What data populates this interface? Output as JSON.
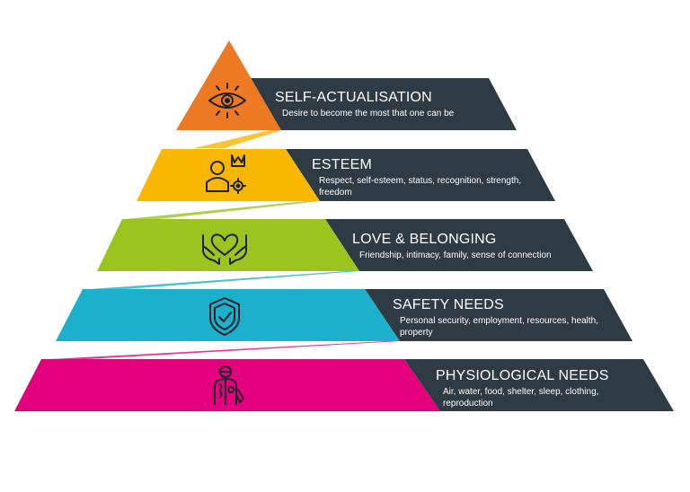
{
  "levels": [
    {
      "key": "self-actualisation",
      "title": "SELF-ACTUALISATION",
      "description": "Desire to become the most that one can be",
      "color": "#ED7A23",
      "icon": "eye-icon"
    },
    {
      "key": "esteem",
      "title": "ESTEEM",
      "description": "Respect, self-esteem, status, recognition, strength, freedom",
      "color": "#F9B700",
      "icon": "person-crown-gear-icon"
    },
    {
      "key": "love-belonging",
      "title": "LOVE & BELONGING",
      "description": "Friendship, intimacy, family, sense of connection",
      "color": "#9CC41E",
      "icon": "hands-heart-icon"
    },
    {
      "key": "safety",
      "title": "SAFETY NEEDS",
      "description": "Personal security, employment, resources, health, property",
      "color": "#1BB0CB",
      "icon": "shield-check-icon"
    },
    {
      "key": "physiological",
      "title": "PHYSIOLOGICAL NEEDS",
      "description": "Air, water, food, shelter, sleep, clothing, reproduction",
      "color": "#E4007C",
      "icon": "human-anatomy-icon"
    }
  ],
  "colors": {
    "panel": "#2E3A44",
    "panel_shadow": "#1E2830",
    "text": "#FFFFFF",
    "icon_stroke": "#1E2228"
  }
}
